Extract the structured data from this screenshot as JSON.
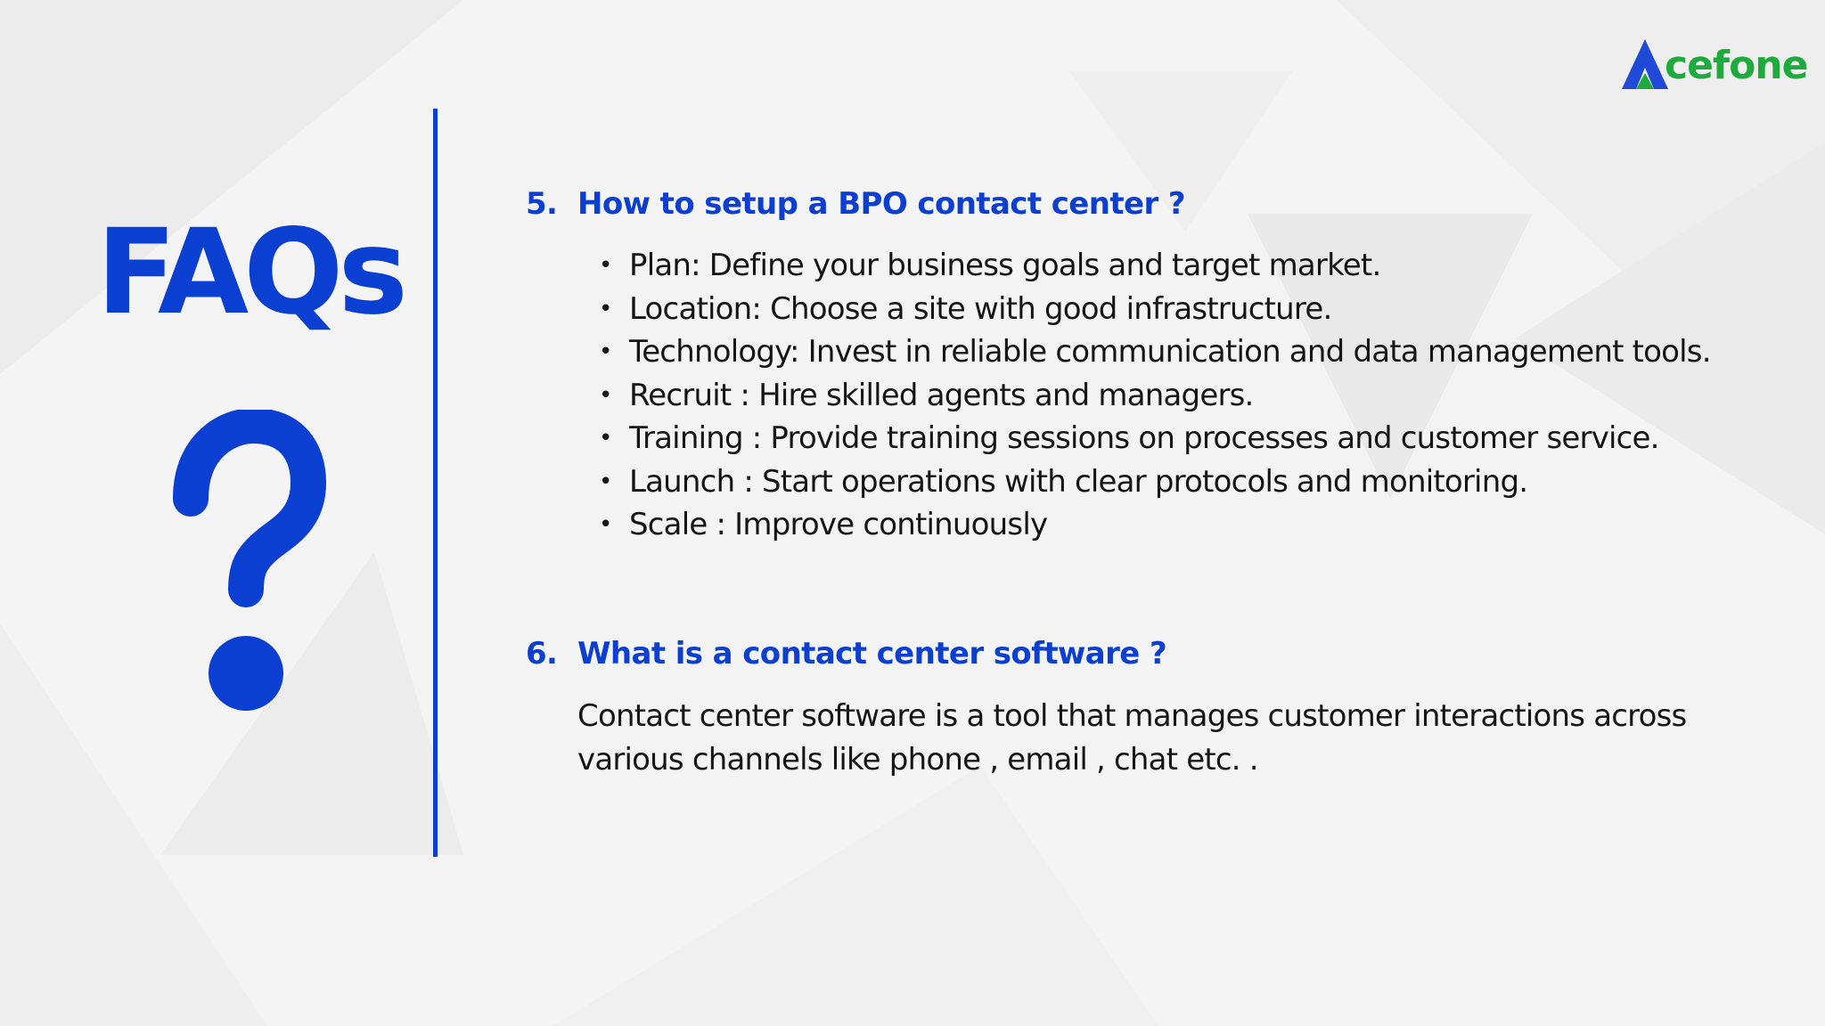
{
  "brand": {
    "name": "cefone",
    "blue": "#0a3fd1",
    "green": "#1faa3e"
  },
  "slide": {
    "title": "FAQs",
    "question_icon": "question-mark-icon"
  },
  "faq5": {
    "number": "5.",
    "question": "How to setup a BPO contact center ?",
    "points": [
      "Plan: Define your business goals and target market.",
      "Location: Choose a site with good infrastructure.",
      "Technology: Invest in reliable communication and data management tools.",
      "Recruit : Hire skilled agents and managers.",
      "Training : Provide training sessions on processes and customer service.",
      "Launch : Start operations with clear protocols and monitoring.",
      "Scale : Improve continuously"
    ]
  },
  "faq6": {
    "number": "6.",
    "question": "What is a contact center software ?",
    "answer": "Contact center software is a tool that manages customer interactions across various channels like phone , email , chat etc. ."
  }
}
